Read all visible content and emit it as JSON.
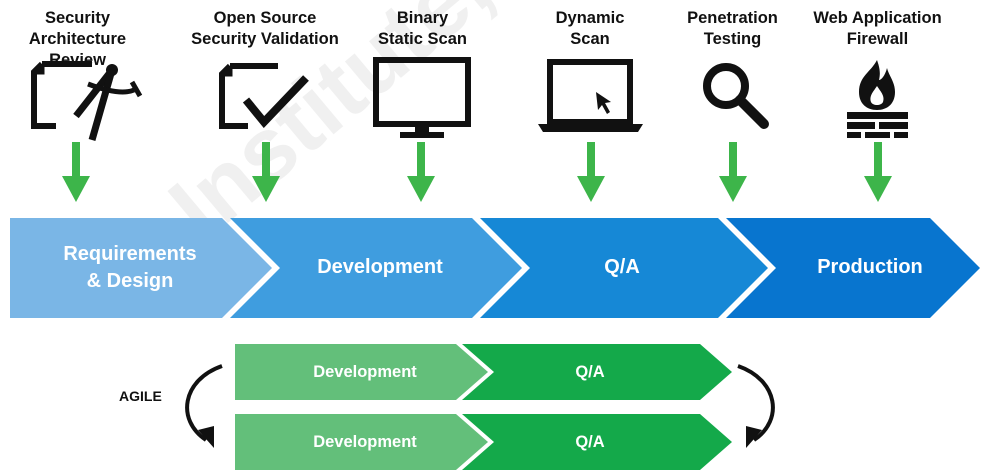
{
  "tools": [
    {
      "label": "Security\nArchitecture Review",
      "icon": "drafting-compass-icon"
    },
    {
      "label": "Open Source\nSecurity Validation",
      "icon": "document-checkmark-icon"
    },
    {
      "label": "Binary\nStatic Scan",
      "icon": "monitor-icon"
    },
    {
      "label": "Dynamic\nScan",
      "icon": "laptop-cursor-icon"
    },
    {
      "label": "Penetration\nTesting",
      "icon": "magnifier-icon"
    },
    {
      "label": "Web Application\nFirewall",
      "icon": "firewall-icon"
    }
  ],
  "stages": [
    {
      "label": "Requirements\n& Design",
      "color": "#7ab6e6"
    },
    {
      "label": "Development",
      "color": "#3f9ddf"
    },
    {
      "label": "Q/A",
      "color": "#1688d6"
    },
    {
      "label": "Production",
      "color": "#0875cf"
    }
  ],
  "agile": {
    "label": "AGILE",
    "rows": [
      {
        "development": "Development",
        "qa": "Q/A"
      },
      {
        "development": "Development",
        "qa": "Q/A"
      }
    ]
  },
  "watermark": "Institute, Author re",
  "colors": {
    "arrow_green": "#3db54a",
    "agile_light": "#63bf7a",
    "agile_dark": "#14a94a"
  }
}
